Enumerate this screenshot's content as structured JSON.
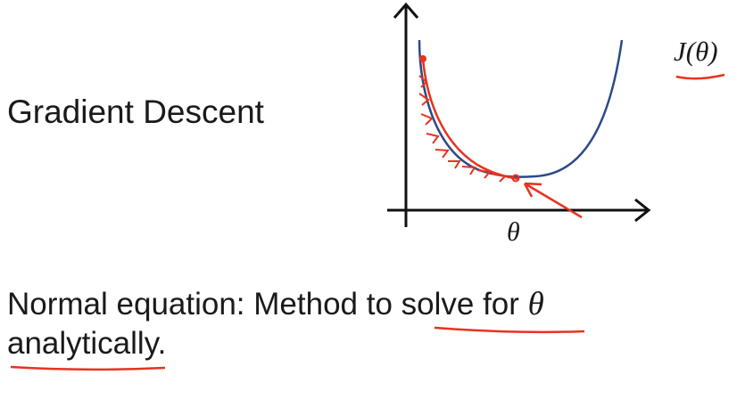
{
  "slide": {
    "heading": "Gradient Descent",
    "cost_label": "J(θ)",
    "axis_label": "θ",
    "normal_eq_text": "Normal equation: Method to solve for",
    "normal_eq_symbol": "θ",
    "normal_eq_line2": "analytically."
  },
  "colors": {
    "curve": "#2b4a86",
    "annotation": "#e8321e",
    "axes": "#111111",
    "text": "#1a1a1a"
  }
}
